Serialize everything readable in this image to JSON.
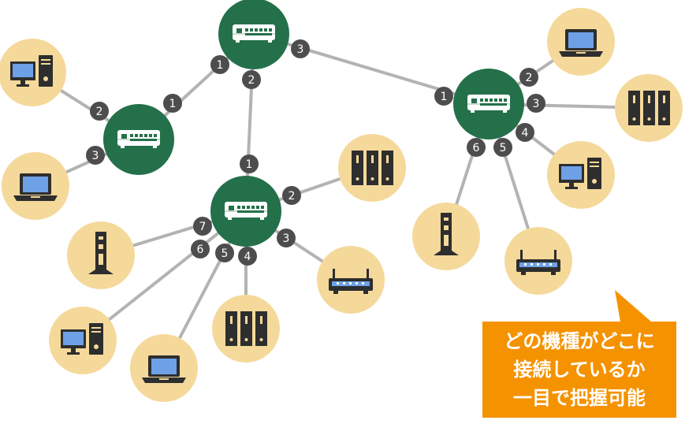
{
  "colors": {
    "switch_fill": "#24704a",
    "device_fill": "#f5d99a",
    "link_line": "#b3b3b3",
    "port_badge": "#4d4d4d",
    "port_text": "#ffffff",
    "callout_fill": "#f59200",
    "icon_dark": "#2e2e2e",
    "screen_blue": "#6ea0e6"
  },
  "switches": [
    {
      "id": "sw-top",
      "icon": "switch-icon"
    },
    {
      "id": "sw-left",
      "icon": "switch-icon"
    },
    {
      "id": "sw-center",
      "icon": "switch-icon"
    },
    {
      "id": "sw-right",
      "icon": "switch-icon"
    }
  ],
  "devices": [
    {
      "id": "dev-left-desktop",
      "type": "desktop",
      "icon": "desktop-pc-icon"
    },
    {
      "id": "dev-left-laptop",
      "type": "laptop",
      "icon": "laptop-icon"
    },
    {
      "id": "dev-center-server",
      "type": "server",
      "icon": "server-rack-icon"
    },
    {
      "id": "dev-center-ap",
      "type": "access-point",
      "icon": "access-point-icon"
    },
    {
      "id": "dev-center-desktop",
      "type": "desktop",
      "icon": "desktop-pc-icon"
    },
    {
      "id": "dev-center-laptop",
      "type": "laptop",
      "icon": "laptop-icon"
    },
    {
      "id": "dev-center-server2",
      "type": "server",
      "icon": "server-rack-icon"
    },
    {
      "id": "dev-center-router",
      "type": "router",
      "icon": "router-icon"
    },
    {
      "id": "dev-right-laptop",
      "type": "laptop",
      "icon": "laptop-icon"
    },
    {
      "id": "dev-right-server",
      "type": "server",
      "icon": "server-rack-icon"
    },
    {
      "id": "dev-right-desktop",
      "type": "desktop",
      "icon": "desktop-pc-icon"
    },
    {
      "id": "dev-right-router",
      "type": "router",
      "icon": "router-icon"
    },
    {
      "id": "dev-right-ap",
      "type": "access-point",
      "icon": "access-point-icon"
    }
  ],
  "links": [
    {
      "from": "sw-top",
      "from_port": "1",
      "to": "sw-left",
      "to_port": "1"
    },
    {
      "from": "sw-top",
      "from_port": "2",
      "to": "sw-center",
      "to_port": "1"
    },
    {
      "from": "sw-top",
      "from_port": "3",
      "to": "sw-right",
      "to_port": "1"
    },
    {
      "from": "sw-left",
      "from_port": "2",
      "to": "dev-left-desktop"
    },
    {
      "from": "sw-left",
      "from_port": "3",
      "to": "dev-left-laptop"
    },
    {
      "from": "sw-center",
      "from_port": "2",
      "to": "dev-center-server"
    },
    {
      "from": "sw-center",
      "from_port": "3",
      "to": "dev-center-router"
    },
    {
      "from": "sw-center",
      "from_port": "4",
      "to": "dev-center-server2"
    },
    {
      "from": "sw-center",
      "from_port": "5",
      "to": "dev-center-laptop"
    },
    {
      "from": "sw-center",
      "from_port": "6",
      "to": "dev-center-desktop"
    },
    {
      "from": "sw-center",
      "from_port": "7",
      "to": "dev-center-ap"
    },
    {
      "from": "sw-right",
      "from_port": "2",
      "to": "dev-right-laptop"
    },
    {
      "from": "sw-right",
      "from_port": "3",
      "to": "dev-right-server"
    },
    {
      "from": "sw-right",
      "from_port": "4",
      "to": "dev-right-desktop"
    },
    {
      "from": "sw-right",
      "from_port": "5",
      "to": "dev-right-router"
    },
    {
      "from": "sw-right",
      "from_port": "6",
      "to": "dev-right-ap"
    }
  ],
  "callout": {
    "line1": "どの機種がどこに",
    "line2": "接続しているか",
    "line3": "一目で把握可能"
  }
}
